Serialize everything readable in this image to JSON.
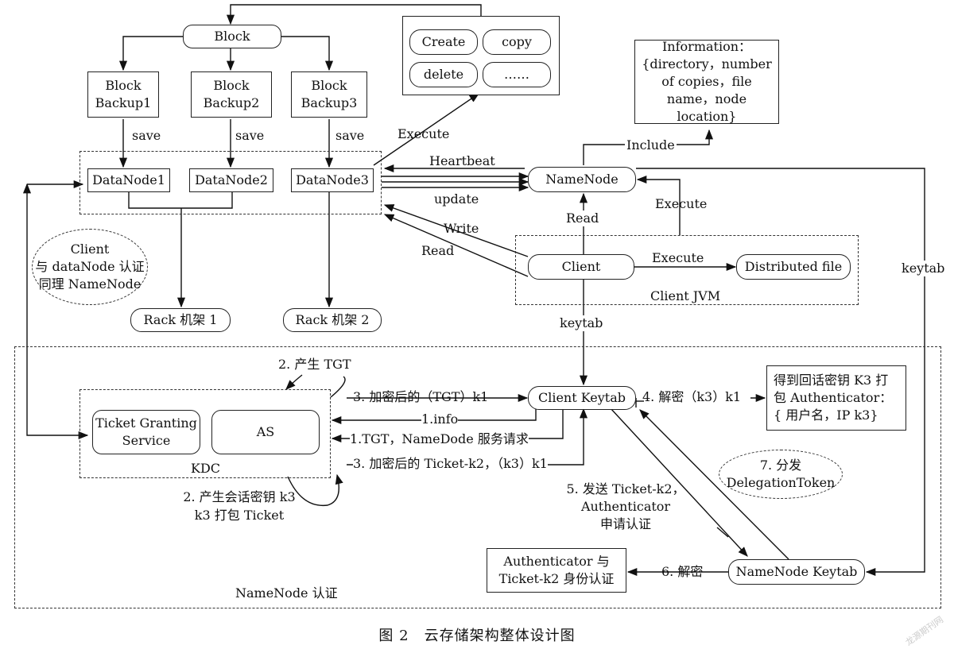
{
  "blocks": {
    "block": "Block",
    "backups": [
      "Block\nBackup1",
      "Block\nBackup2",
      "Block\nBackup3"
    ],
    "save": "save"
  },
  "ops": [
    "Create",
    "copy",
    "delete",
    "……"
  ],
  "datanodes": [
    "DataNode1",
    "DataNode2",
    "DataNode3"
  ],
  "racks": [
    "Rack 机架 1",
    "Rack 机架 2"
  ],
  "info_box": "Information：\n{directory，number\nof copies，file\nname，node location}",
  "namenode": "NameNode",
  "client": "Client",
  "distributed_file": "Distributed file",
  "client_jvm": "Client JVM",
  "client_keytab": "Client Keytab",
  "namenode_keytab": "NameNode Keytab",
  "kdc": {
    "tgs": "Ticket Granting\nService",
    "as": "AS",
    "label": "KDC"
  },
  "auth_box": "Authenticator 与\nTicket-k2 身份认证",
  "k3_box": "得到回话密钥 K3 打\n包 Authenticator：\n{ 用户名，IP k3}",
  "ovals": {
    "client_auth": "Client\n与 dataNode 认证\n同理 NameNode",
    "delegation": "7. 分发\nDelegationToken"
  },
  "edges": {
    "execute_ops": "Execute",
    "heartbeat": "Heartbeat",
    "update": "update",
    "include": "Include",
    "read_nn": "Read",
    "execute_nn": "Execute",
    "write": "Write",
    "read_dn": "Read",
    "execute_df": "Execute",
    "keytab_client": "keytab",
    "keytab_nn": "keytab",
    "step2_tgt": "2. 产生 TGT",
    "step3_tgt": "3. 加密后的（TGT）k1",
    "step1_info": "1.info",
    "step1_tgt": "1.TGT，NameDode 服务请求",
    "step3_ticket": "3. 加密后的 Ticket-k2，（k3）k1",
    "step2_session": "2. 产生会话密钥 k3\nk3 打包 Ticket",
    "step4": "4. 解密（k3）k1",
    "step5": "5. 发送 Ticket-k2，\nAuthenticator\n申请认证",
    "step6": "6. 解密"
  },
  "region_label": "NameNode 认证",
  "caption": "图 2　云存储架构整体设计图",
  "watermark": "龙源期刊网"
}
